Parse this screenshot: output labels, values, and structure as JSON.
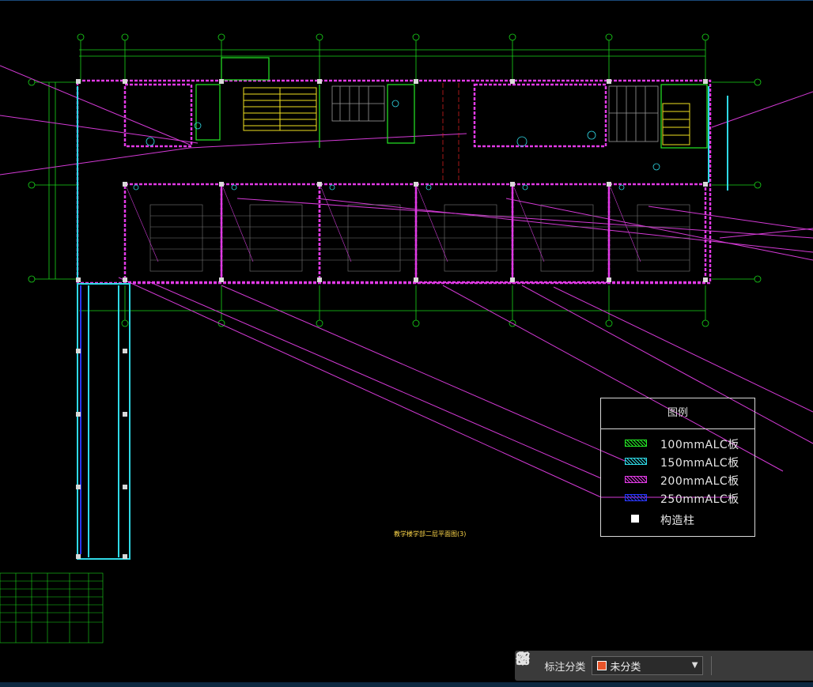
{
  "legend": {
    "title": "图例",
    "items": [
      {
        "label": "100mmALC板",
        "color": "#25e825",
        "style": "hatch"
      },
      {
        "label": "150mmALC板",
        "color": "#2fd9e6",
        "style": "hatch"
      },
      {
        "label": "200mmALC板",
        "color": "#e23ae6",
        "style": "hatch"
      },
      {
        "label": "250mmALC板",
        "color": "#2a37ff",
        "style": "hatch"
      },
      {
        "label": "构造柱",
        "color": "#ffffff",
        "style": "solid"
      }
    ]
  },
  "drawing": {
    "plan_title": "教学楼学部二层平面图(3)"
  },
  "toolbar": {
    "annotation_label": "标注分类",
    "category_value": "未分类",
    "category_color": "#e8542a",
    "tools": [
      "grid-icon",
      "edit-icon",
      "move-icon",
      "copy-icon",
      "paste-icon"
    ]
  },
  "colors": {
    "background": "#000000",
    "grid": "#19d619",
    "wall_magenta": "#e23ae6",
    "wall_cyan": "#2fd9e6",
    "stair_yellow": "#f0e020"
  }
}
